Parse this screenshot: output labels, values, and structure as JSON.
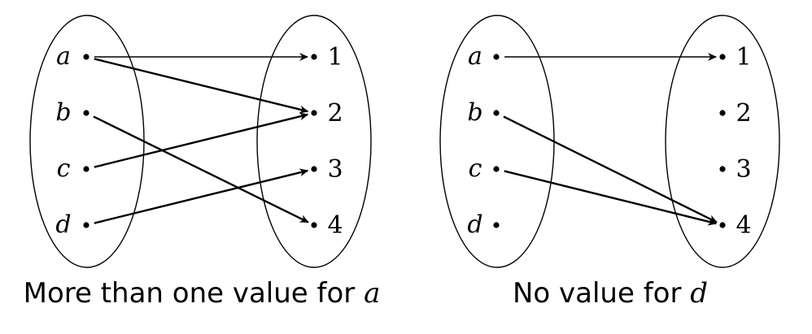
{
  "diagrams": [
    {
      "domain": [
        "a",
        "b",
        "c",
        "d"
      ],
      "codomain": [
        "1",
        "2",
        "3",
        "4"
      ],
      "arrows": [
        [
          "a",
          "1"
        ],
        [
          "a",
          "2"
        ],
        [
          "b",
          "4"
        ],
        [
          "c",
          "2"
        ],
        [
          "d",
          "3"
        ]
      ],
      "caption_text": "More than one value for ",
      "caption_var": "a"
    },
    {
      "domain": [
        "a",
        "b",
        "c",
        "d"
      ],
      "codomain": [
        "1",
        "2",
        "3",
        "4"
      ],
      "arrows": [
        [
          "a",
          "1"
        ],
        [
          "b",
          "4"
        ],
        [
          "c",
          "4"
        ]
      ],
      "caption_text": "No value for ",
      "caption_var": "d"
    }
  ]
}
